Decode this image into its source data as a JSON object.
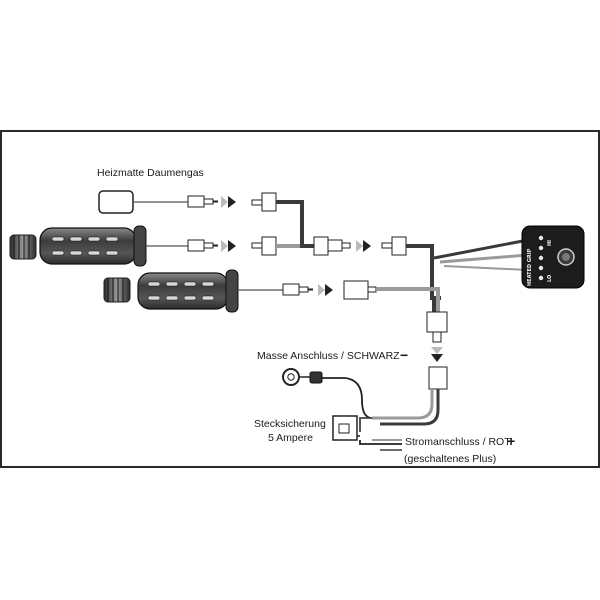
{
  "labels": {
    "thumb_heater": "Heizmatte Daumengas",
    "ground": "Masse Anschluss / SCHWARZ",
    "ground_sign": "−",
    "fuse_line1": "Stecksicherung",
    "fuse_line2": "5 Ampere",
    "power": "Stromanschluss / ROT",
    "power_sign": "+",
    "power_note": "(geschaltenes Plus)"
  },
  "controller": {
    "name": "HEATED GRIP",
    "hi": "HI",
    "lo": "LO",
    "led_count": 5
  },
  "colors": {
    "frame": "#2a2a2a",
    "wire_black": "#3a3a3a",
    "wire_grey": "#9a9a9a",
    "controller_body": "#1c1c1c",
    "arrow": "#222222"
  }
}
